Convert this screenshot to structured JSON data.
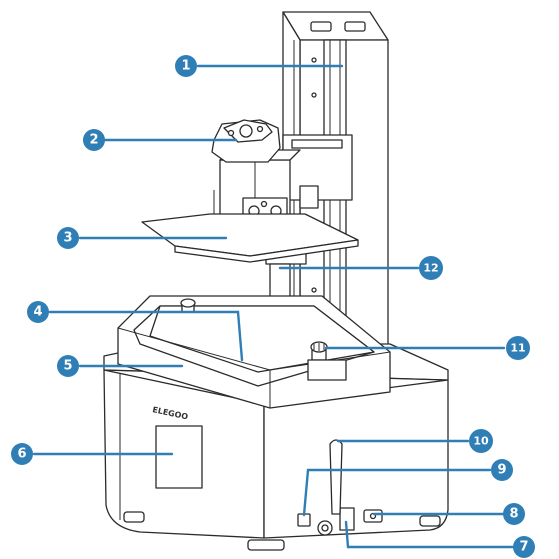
{
  "device": {
    "brand_label": "ELEGOO"
  },
  "colors": {
    "callout": "#2f7fb6",
    "outline": "#2b2b2b",
    "background": "#ffffff"
  },
  "callouts": [
    {
      "id": 1,
      "label": "1"
    },
    {
      "id": 2,
      "label": "2"
    },
    {
      "id": 3,
      "label": "3"
    },
    {
      "id": 4,
      "label": "4"
    },
    {
      "id": 5,
      "label": "5"
    },
    {
      "id": 6,
      "label": "6"
    },
    {
      "id": 7,
      "label": "7"
    },
    {
      "id": 8,
      "label": "8"
    },
    {
      "id": 9,
      "label": "9"
    },
    {
      "id": 10,
      "label": "10"
    },
    {
      "id": 11,
      "label": "11"
    },
    {
      "id": 12,
      "label": "12"
    }
  ]
}
